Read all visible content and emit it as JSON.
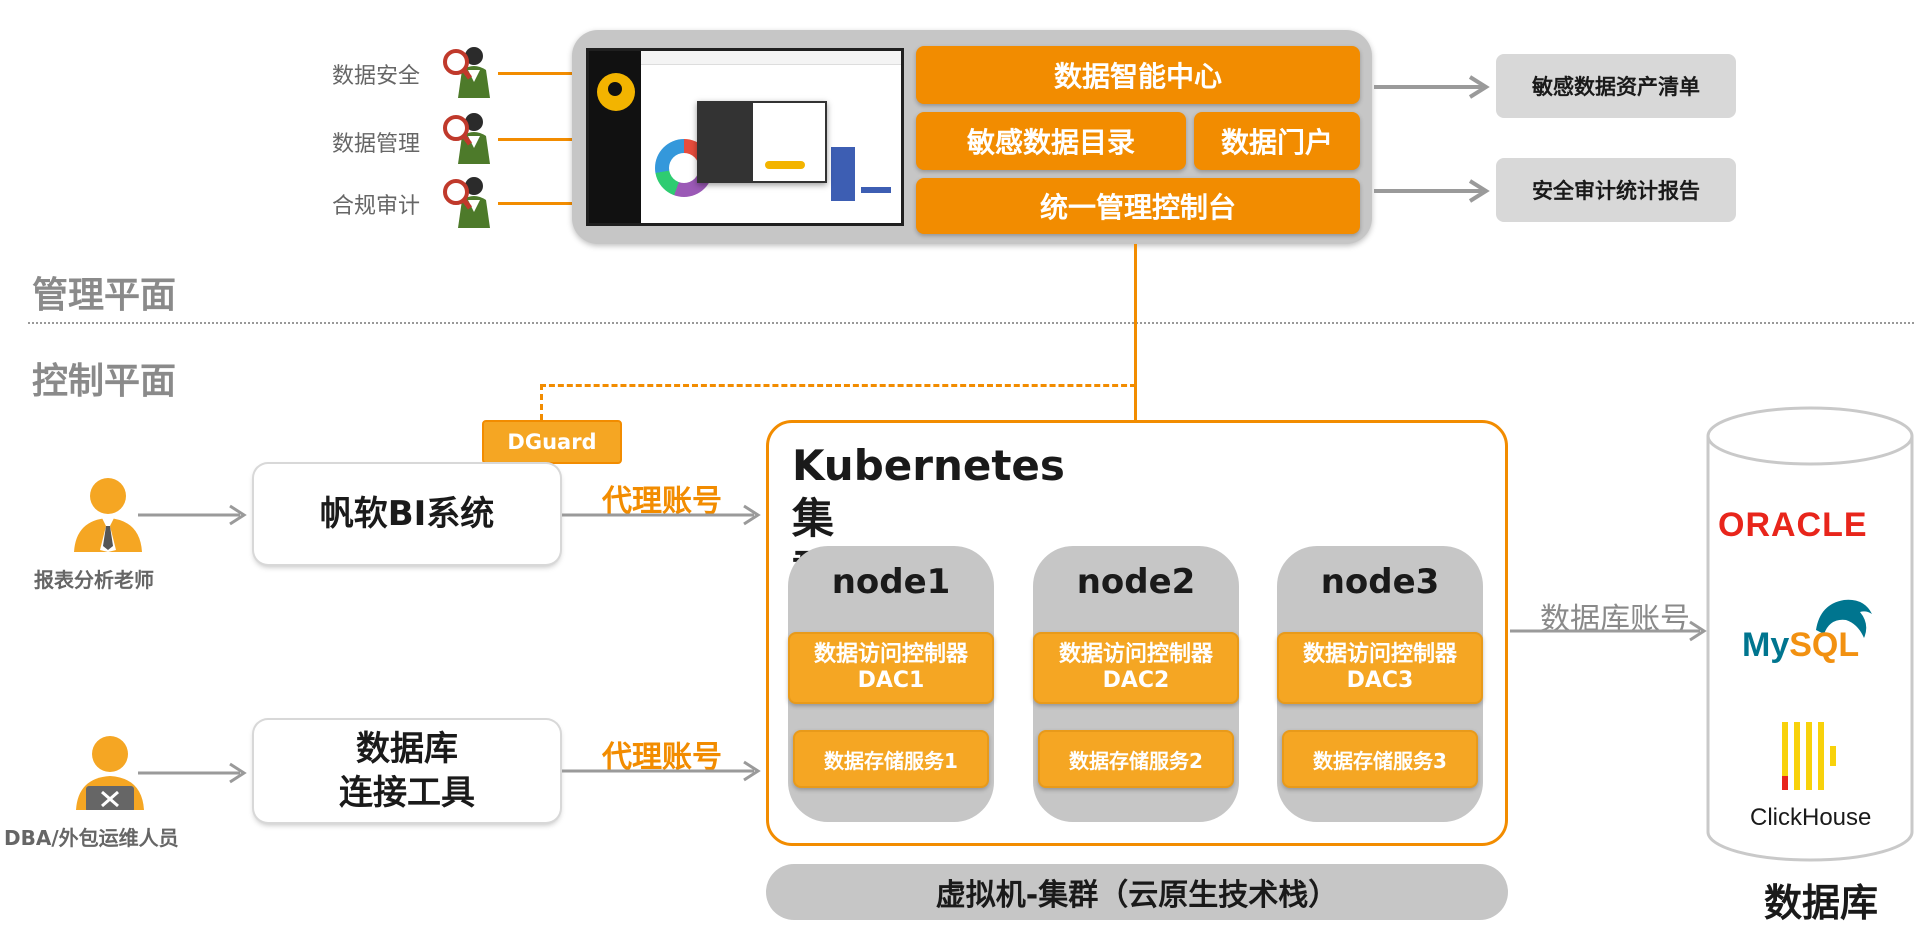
{
  "management": {
    "roles": [
      "数据安全",
      "数据管理",
      "合规审计"
    ],
    "console": {
      "center": "数据智能中心",
      "catalog": "敏感数据目录",
      "portal": "数据门户",
      "console": "统一管理控制台"
    },
    "outputs": [
      "敏感数据资产清单",
      "安全审计统计报告"
    ],
    "plane_label": "管理平面"
  },
  "control": {
    "plane_label": "控制平面",
    "dguard": "DGuard",
    "bi_system": "帆软BI系统",
    "db_tool_line1": "数据库",
    "db_tool_line2": "连接工具",
    "proxy_account_1": "代理账号",
    "proxy_account_2": "代理账号",
    "person_1": "报表分析老师",
    "person_2": "DBA/外包运维人员",
    "k8s_title_line1": "Kubernetes集",
    "k8s_title_line2": "群",
    "nodes": [
      {
        "name": "node1",
        "dac_line1": "数据访问控制器",
        "dac_line2": "DAC1",
        "storage": "数据存储服务1"
      },
      {
        "name": "node2",
        "dac_line1": "数据访问控制器",
        "dac_line2": "DAC2",
        "storage": "数据存储服务2"
      },
      {
        "name": "node3",
        "dac_line1": "数据访问控制器",
        "dac_line2": "DAC3",
        "storage": "数据存储服务3"
      }
    ],
    "vm_cluster": "虚拟机-集群（云原生技术栈）",
    "db_account": "数据库账号"
  },
  "database": {
    "title": "数据库",
    "logos": {
      "oracle": "ORACLE",
      "mysql_a": "My",
      "mysql_b": "SQL",
      "clickhouse": "ClickHouse"
    }
  },
  "colors": {
    "orange": "#f28c00",
    "light_orange": "#f5a623",
    "grey": "#c6c6c6",
    "oracle_red": "#e8251b",
    "mysql_blue": "#00758f"
  }
}
